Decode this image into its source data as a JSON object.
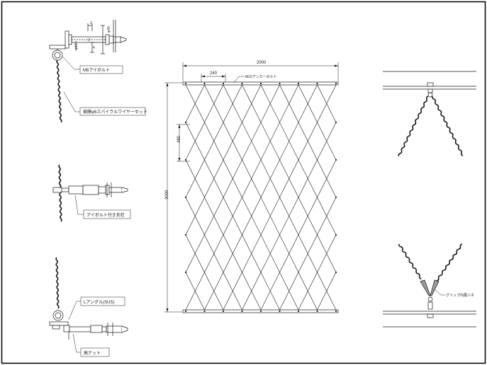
{
  "labels": {
    "eyebolt": "M6アイボルト",
    "wire": "被膜φ6スパイラルワイヤーセット",
    "post": "アイボルト付き支柱",
    "angle": "Lアングル(SUS)",
    "nut": "高ナット",
    "anchor": "M10アンカーボルト",
    "grip": "グリップ内蔵バネ"
  },
  "dims": {
    "width_total": "2000",
    "pitch_h": "240",
    "pitch_v": "480",
    "height_total": "3000",
    "d_2": "2",
    "d_phi40": "φ40",
    "d_phi12": "φ12",
    "d_4": "4",
    "d_3": "3"
  },
  "colors": {
    "line": "#1a1a1a",
    "grip": "#9a9a9a",
    "frame": "#000000"
  }
}
